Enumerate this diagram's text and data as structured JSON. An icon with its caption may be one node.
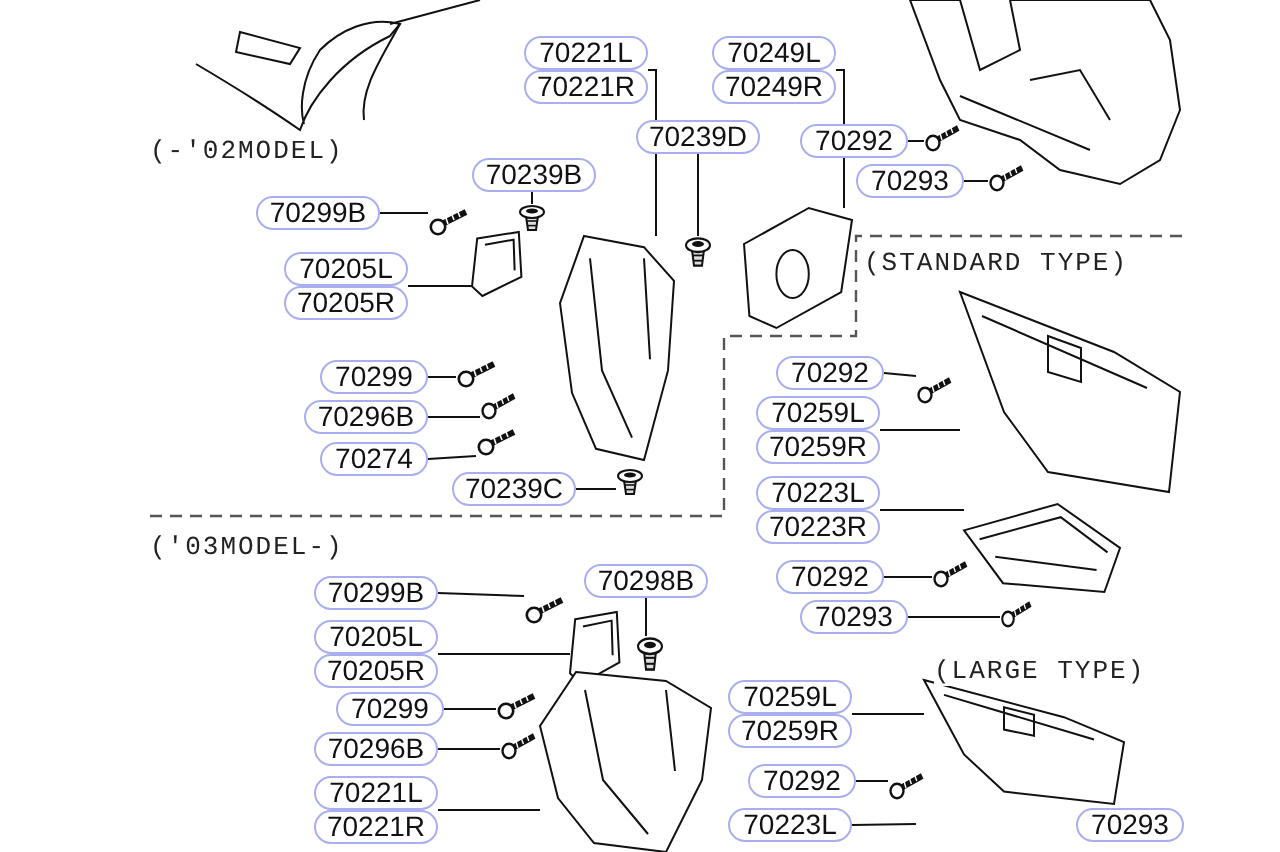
{
  "diagram": {
    "nodes": [
      {
        "text": [
          "70221L"
        ]
      },
      {
        "text": [
          "70221R"
        ]
      },
      {
        "text": [
          "70249L"
        ]
      },
      {
        "text": [
          "70249R"
        ]
      },
      {
        "text": [
          "70239D"
        ]
      },
      {
        "text": [
          "70292"
        ]
      },
      {
        "text": [
          "70293"
        ]
      },
      {
        "text": [
          "70239B"
        ]
      },
      {
        "text": [
          "70299B"
        ]
      },
      {
        "text": [
          "70205L"
        ]
      },
      {
        "text": [
          "70205R"
        ]
      },
      {
        "text": [
          "70299"
        ]
      },
      {
        "text": [
          "70296B"
        ]
      },
      {
        "text": [
          "70274"
        ]
      },
      {
        "text": [
          "70239C"
        ]
      },
      {
        "text": [
          "70292"
        ]
      },
      {
        "text": [
          "70259L"
        ]
      },
      {
        "text": [
          "70259R"
        ]
      },
      {
        "text": [
          "70223L"
        ]
      },
      {
        "text": [
          "70223R"
        ]
      },
      {
        "text": [
          "70292"
        ]
      },
      {
        "text": [
          "70293"
        ]
      },
      {
        "text": [
          "70299B"
        ]
      },
      {
        "text": [
          "70298B"
        ]
      },
      {
        "text": [
          "70205L"
        ]
      },
      {
        "text": [
          "70205R"
        ]
      },
      {
        "text": [
          "70299"
        ]
      },
      {
        "text": [
          "70296B"
        ]
      },
      {
        "text": [
          "70221L"
        ]
      },
      {
        "text": [
          "70221R"
        ]
      },
      {
        "text": [
          "70259L"
        ]
      },
      {
        "text": [
          "70259R"
        ]
      },
      {
        "text": [
          "70292"
        ]
      },
      {
        "text": [
          "70223L"
        ]
      },
      {
        "text": [
          "70293"
        ]
      },
      {
        "text": [],
        "shape": "picture"
      },
      {
        "text": [],
        "shape": "picture"
      },
      {
        "text": [],
        "shape": "picture"
      },
      {
        "text": [],
        "shape": "picture"
      },
      {
        "text": [],
        "shape": "picture"
      },
      {
        "text": [],
        "shape": "picture"
      },
      {
        "text": [],
        "shape": "picture"
      },
      {
        "text": [],
        "shape": "picture"
      },
      {
        "text": [],
        "shape": "picture"
      },
      {
        "text": [],
        "shape": "picture"
      },
      {
        "text": [],
        "shape": "picture"
      },
      {
        "text": [],
        "shape": "picture"
      },
      {
        "text": [],
        "shape": "picture"
      },
      {
        "text": [],
        "shape": "picture"
      },
      {
        "text": [],
        "shape": "picture"
      },
      {
        "text": [],
        "shape": "picture"
      },
      {
        "text": [],
        "shape": "picture"
      },
      {
        "text": [],
        "shape": "picture"
      },
      {
        "text": [],
        "shape": "picture"
      },
      {
        "text": [],
        "shape": "picture"
      },
      {
        "text": [],
        "shape": "picture"
      },
      {
        "text": [],
        "shape": "picture"
      },
      {
        "text": [],
        "shape": "picture"
      },
      {
        "text": [],
        "shape": "picture"
      },
      {
        "text": [],
        "shape": "picture"
      }
    ],
    "edges": [
      {
        "from": 0,
        "to": 35,
        "arrow": "none"
      },
      {
        "from": 1,
        "to": 35,
        "arrow": "none"
      },
      {
        "from": 7,
        "to": 36,
        "arrow": "none"
      },
      {
        "from": 2,
        "to": 37,
        "arrow": "none"
      },
      {
        "from": 3,
        "to": 37,
        "arrow": "none"
      },
      {
        "from": 4,
        "to": 38,
        "arrow": "none"
      },
      {
        "from": 5,
        "to": 39,
        "arrow": "none"
      },
      {
        "from": 6,
        "to": 40,
        "arrow": "none"
      },
      {
        "from": 8,
        "to": 41,
        "arrow": "none"
      },
      {
        "from": 9,
        "to": 42,
        "arrow": "none"
      },
      {
        "from": 10,
        "to": 42,
        "arrow": "none"
      },
      {
        "from": 11,
        "to": 43,
        "arrow": "none"
      },
      {
        "from": 12,
        "to": 44,
        "arrow": "none"
      },
      {
        "from": 13,
        "to": 45,
        "arrow": "none"
      },
      {
        "from": 14,
        "to": 46,
        "arrow": "none"
      },
      {
        "from": 15,
        "to": 47,
        "arrow": "none"
      },
      {
        "from": 16,
        "to": 48,
        "arrow": "none"
      },
      {
        "from": 17,
        "to": 48,
        "arrow": "none"
      },
      {
        "from": 18,
        "to": 49,
        "arrow": "none"
      },
      {
        "from": 19,
        "to": 49,
        "arrow": "none"
      },
      {
        "from": 20,
        "to": 50,
        "arrow": "none"
      },
      {
        "from": 21,
        "to": 51,
        "arrow": "none"
      },
      {
        "from": 22,
        "to": 52,
        "arrow": "none"
      },
      {
        "from": 23,
        "to": 53,
        "arrow": "none"
      },
      {
        "from": 24,
        "to": 54,
        "arrow": "none"
      },
      {
        "from": 25,
        "to": 54,
        "arrow": "none"
      },
      {
        "from": 26,
        "to": 55,
        "arrow": "none"
      },
      {
        "from": 27,
        "to": 56,
        "arrow": "none"
      },
      {
        "from": 28,
        "to": 57,
        "arrow": "none"
      },
      {
        "from": 29,
        "to": 57,
        "arrow": "none"
      },
      {
        "from": 30,
        "to": 58,
        "arrow": "none"
      },
      {
        "from": 31,
        "to": 58,
        "arrow": "none"
      },
      {
        "from": 32,
        "to": 59,
        "arrow": "none"
      },
      {
        "from": 33,
        "to": null,
        "arrow": "none"
      }
    ],
    "labels": [
      "(-'02MODEL)",
      "(STANDARD TYPE)",
      "('03MODEL-)",
      "(LARGE TYPE)"
    ]
  }
}
